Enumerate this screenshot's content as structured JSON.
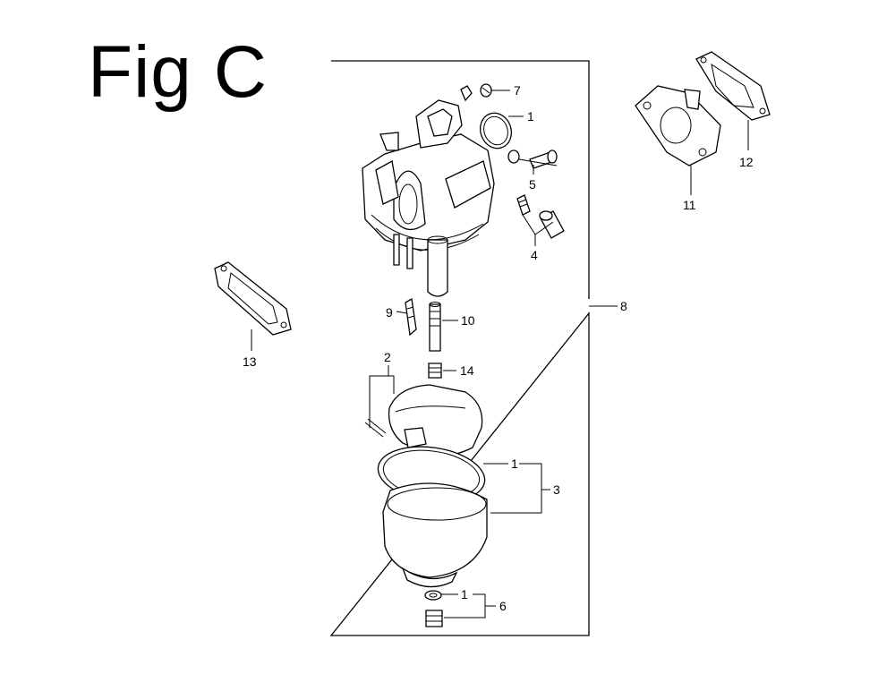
{
  "figure": {
    "title": "Fig C"
  },
  "callouts": {
    "c1_top": "1",
    "c1_mid": "1",
    "c1_bot": "1",
    "c2": "2",
    "c3": "3",
    "c4": "4",
    "c5": "5",
    "c6": "6",
    "c7": "7",
    "c8": "8",
    "c9": "9",
    "c10": "10",
    "c11": "11",
    "c12": "12",
    "c13": "13",
    "c14": "14"
  }
}
